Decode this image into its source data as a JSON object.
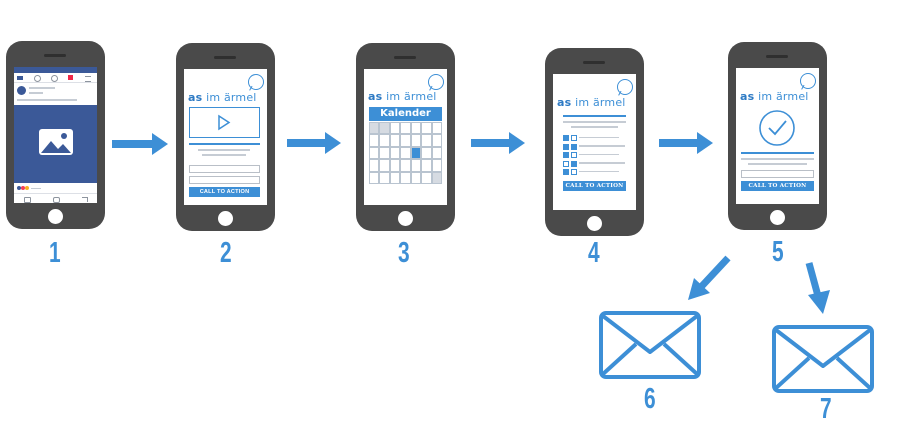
{
  "steps": [
    {
      "number": "1"
    },
    {
      "number": "2",
      "cta": "CALL TO ACTION"
    },
    {
      "number": "3",
      "calendar_header": "Kalender"
    },
    {
      "number": "4",
      "cta": "CALL TO ACTION"
    },
    {
      "number": "5",
      "cta": "CALL TO ACTION"
    },
    {
      "number": "6"
    },
    {
      "number": "7"
    }
  ],
  "brand": {
    "logo_text": "as im ärmel",
    "logo_prefix": "as",
    "logo_suffix": " im ärmel"
  },
  "colors": {
    "accent": "#3d8fd6",
    "phone_body": "#4a4a4a",
    "facebook_blue": "#3b5998"
  },
  "icons": [
    "play-icon",
    "image-placeholder-icon",
    "checkmark-circle-icon",
    "envelope-icon",
    "arrow-right-icon",
    "arrow-diagonal-icon"
  ]
}
